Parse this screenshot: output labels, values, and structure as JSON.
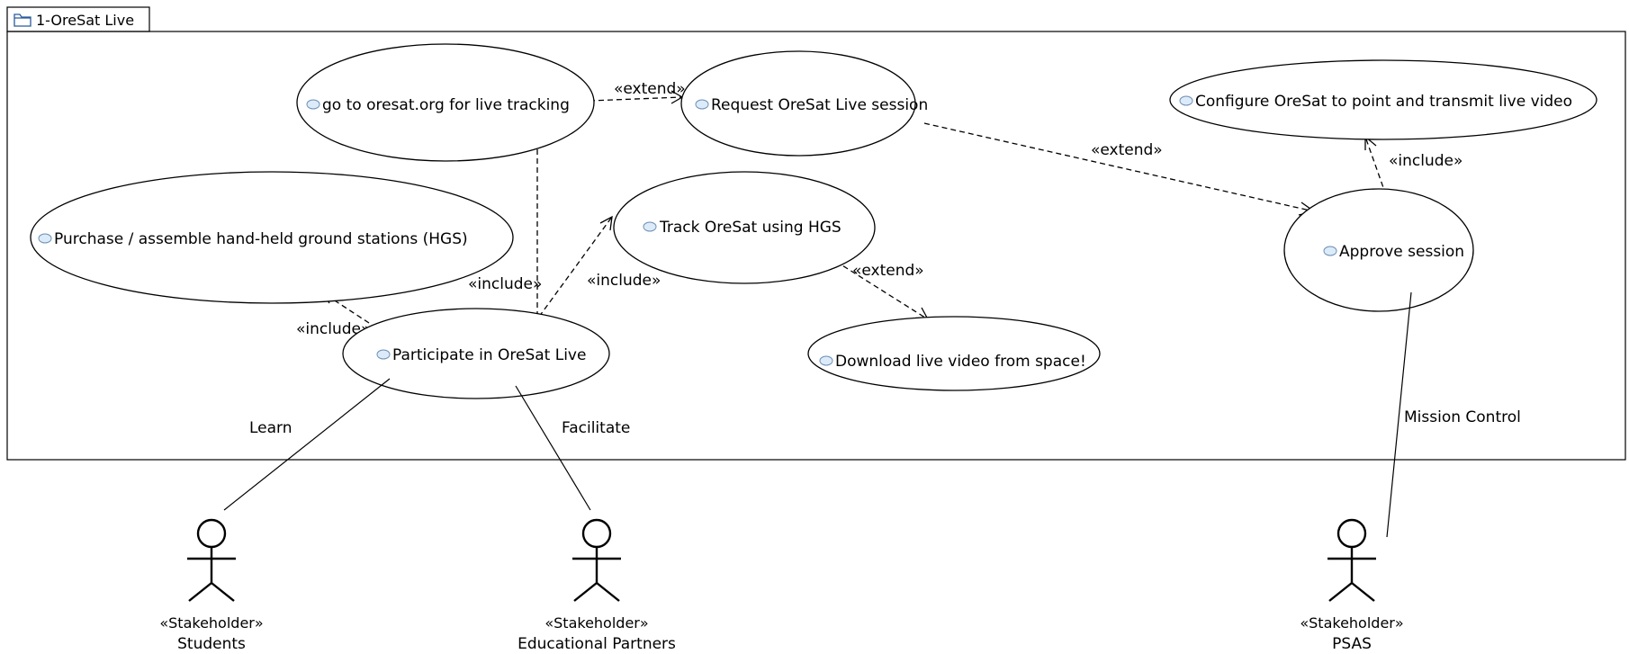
{
  "package": {
    "title": "1-OreSat Live",
    "icon": "folder-icon"
  },
  "use_cases": {
    "go_oresat": "go to oresat.org for live tracking",
    "request_session": "Request OreSat Live session",
    "configure": "Configure OreSat to point and transmit live video",
    "purchase_hgs": "Purchase / assemble hand-held ground stations (HGS)",
    "track": "Track OreSat using HGS",
    "approve": "Approve session",
    "participate": "Participate in OreSat Live",
    "download": "Download live video from space!"
  },
  "relationships": {
    "extend_go_request": "«extend»",
    "extend_request_approve": "«extend»",
    "include_approve_configure": "«include»",
    "include_participate_go": "«include»",
    "include_participate_track": "«include»",
    "extend_track_download": "«extend»",
    "include_participate_purchase": "«include»"
  },
  "associations": {
    "students": "Learn",
    "educational_partners": "Facilitate",
    "psas": "Mission Control"
  },
  "actors": [
    {
      "stereotype": "«Stakeholder»",
      "name": "Students"
    },
    {
      "stereotype": "«Stakeholder»",
      "name": "Educational Partners"
    },
    {
      "stereotype": "«Stakeholder»",
      "name": "PSAS"
    }
  ]
}
